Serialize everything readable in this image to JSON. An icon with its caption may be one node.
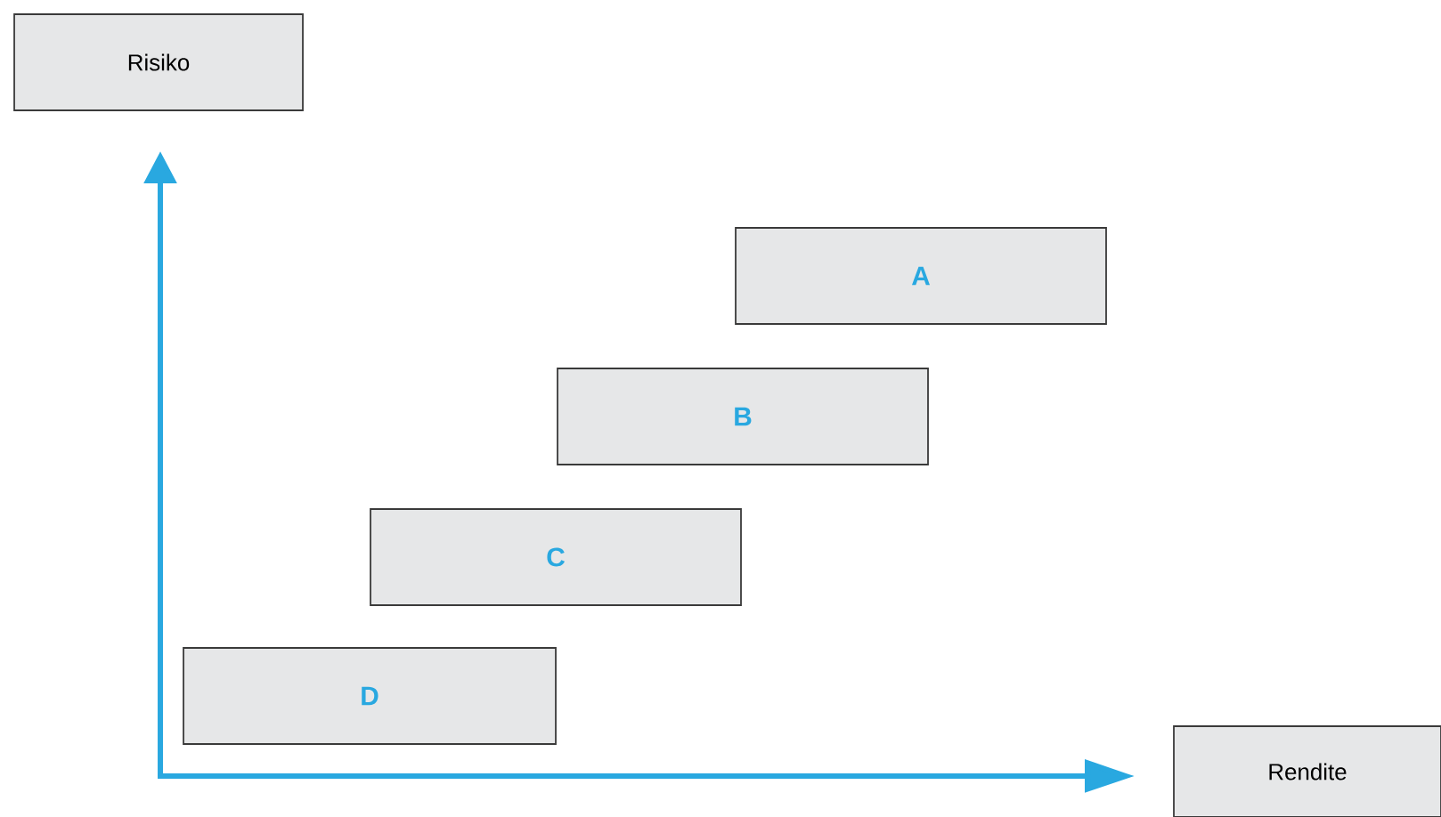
{
  "diagram": {
    "nodes": [
      {
        "text": [
          "Risiko"
        ]
      },
      {
        "text": [
          "A"
        ]
      },
      {
        "text": [
          "B"
        ]
      },
      {
        "text": [
          "C"
        ]
      },
      {
        "text": [
          "D"
        ]
      },
      {
        "text": [
          "Rendite"
        ]
      }
    ],
    "edges": []
  }
}
